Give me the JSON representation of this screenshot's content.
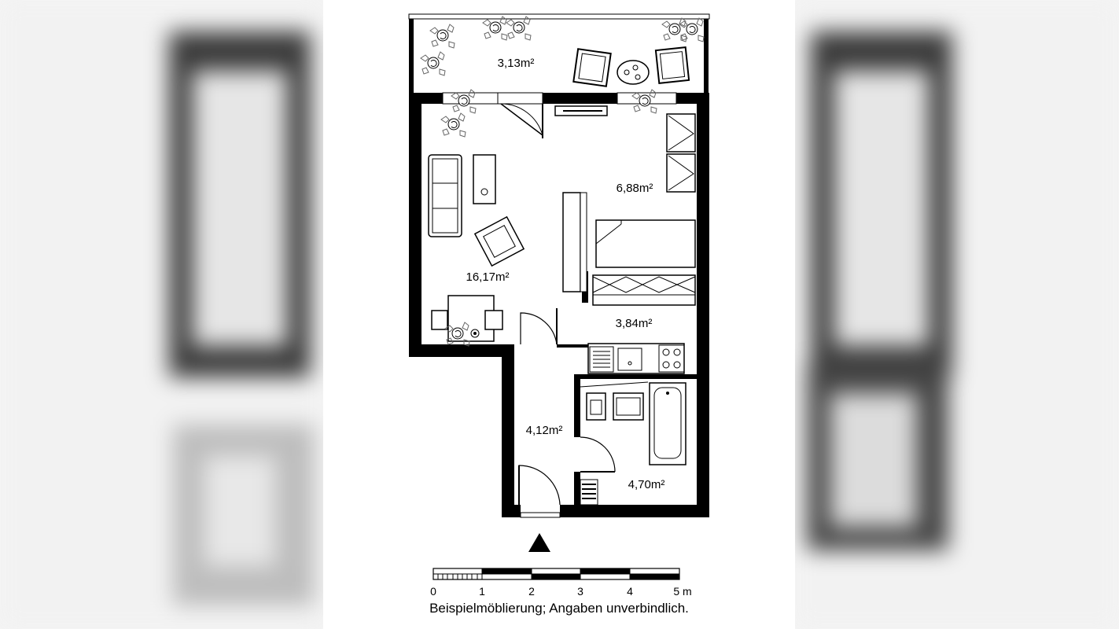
{
  "rooms": {
    "balcony": "3,13m²",
    "bedroom": "6,88m²",
    "living": "16,17m²",
    "kitchen": "3,84m²",
    "hall": "4,12m²",
    "bath": "4,70m²"
  },
  "scale": {
    "labels": [
      "0",
      "1",
      "2",
      "3",
      "4",
      "5 m"
    ]
  },
  "disclaimer": "Beispielmöblierung; Angaben unverbindlich."
}
